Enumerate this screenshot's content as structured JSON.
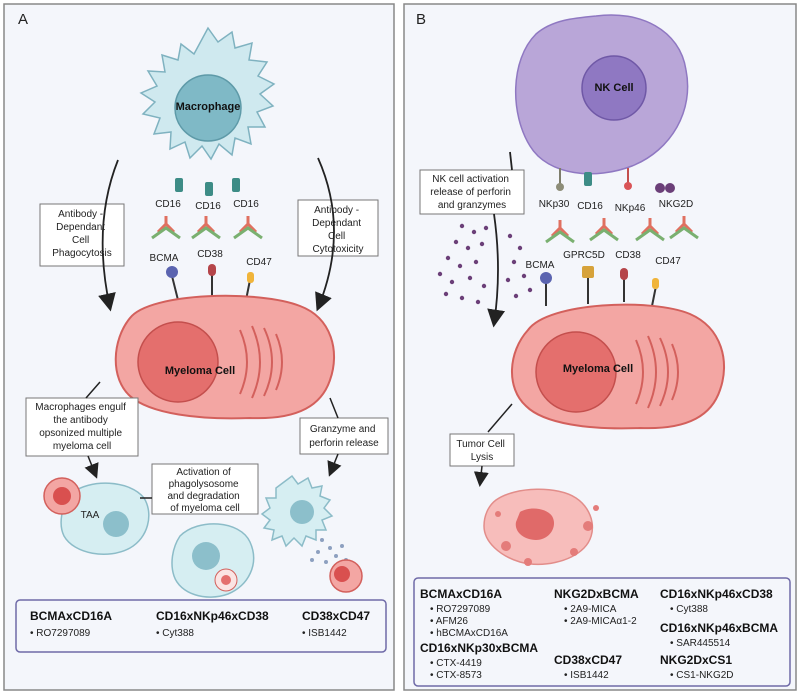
{
  "panel_a": {
    "letter": "A",
    "macrophage": "Macrophage",
    "receptors": [
      "CD16",
      "CD16",
      "CD16"
    ],
    "adcp_label": [
      "Antibody -",
      "Dependant",
      "Cell",
      "Phagocytosis"
    ],
    "adcc_label": [
      "Antibody -",
      "Dependant",
      "Cell",
      "Cytotoxicity"
    ],
    "antigens": [
      "BCMA",
      "CD38",
      "CD47"
    ],
    "myeloma": "Myeloma Cell",
    "engulf_label": [
      "Macrophages engulf",
      "the antibody",
      "opsonized multiple",
      "myeloma cell"
    ],
    "taa": "TAA",
    "phago_label": [
      "Activation of",
      "phagolysosome",
      "and degradation",
      "of myeloma cell"
    ],
    "granzyme_label": [
      "Granzyme and",
      "perforin release"
    ],
    "drugs": [
      {
        "name": "BCMAxCD16A",
        "items": [
          "RO7297089"
        ]
      },
      {
        "name": "CD16xNKp46xCD38",
        "items": [
          "Cyt388"
        ]
      },
      {
        "name": "CD38xCD47",
        "items": [
          "ISB1442"
        ]
      }
    ]
  },
  "panel_b": {
    "letter": "B",
    "nk_cell": "NK Cell",
    "receptors": [
      "NKp30",
      "CD16",
      "NKp46",
      "NKG2D"
    ],
    "activation_label": [
      "NK cell activation",
      "release of perforin",
      "and granzymes"
    ],
    "antigens": [
      "BCMA",
      "GPRC5D",
      "CD38",
      "CD47"
    ],
    "myeloma": "Myeloma Cell",
    "lysis_label": [
      "Tumor Cell",
      "Lysis"
    ],
    "drug_columns": [
      [
        {
          "name": "BCMAxCD16A",
          "items": [
            "RO7297089",
            "AFM26",
            "hBCMAxCD16A"
          ]
        },
        {
          "name": "CD16xNKp30xBCMA",
          "items": [
            "CTX-4419",
            "CTX-8573"
          ]
        }
      ],
      [
        {
          "name": "NKG2DxBCMA",
          "items": [
            "2A9-MICA",
            "2A9-MICAα1-2"
          ]
        },
        {
          "name": "CD38xCD47",
          "items": [
            "ISB1442"
          ]
        }
      ],
      [
        {
          "name": "CD16xNKp46xCD38",
          "items": [
            "Cyt388"
          ]
        },
        {
          "name": "CD16xNKp46xBCMA",
          "items": [
            "SAR445514"
          ]
        },
        {
          "name": "NKG2DxCS1",
          "items": [
            "CS1-NKG2D"
          ]
        }
      ]
    ]
  },
  "colors": {
    "panel_border": "#888888",
    "panel_bg": "#f4f6fb",
    "macrophage": "#cfe9ef",
    "macrophage_nucleus": "#7fb9c6",
    "nk_cell": "#b9a6d8",
    "nk_nucleus": "#8f78c2",
    "myeloma": "#f3a6a3",
    "myeloma_nucleus": "#d9504f",
    "drug_box": "#6f6aa8"
  }
}
